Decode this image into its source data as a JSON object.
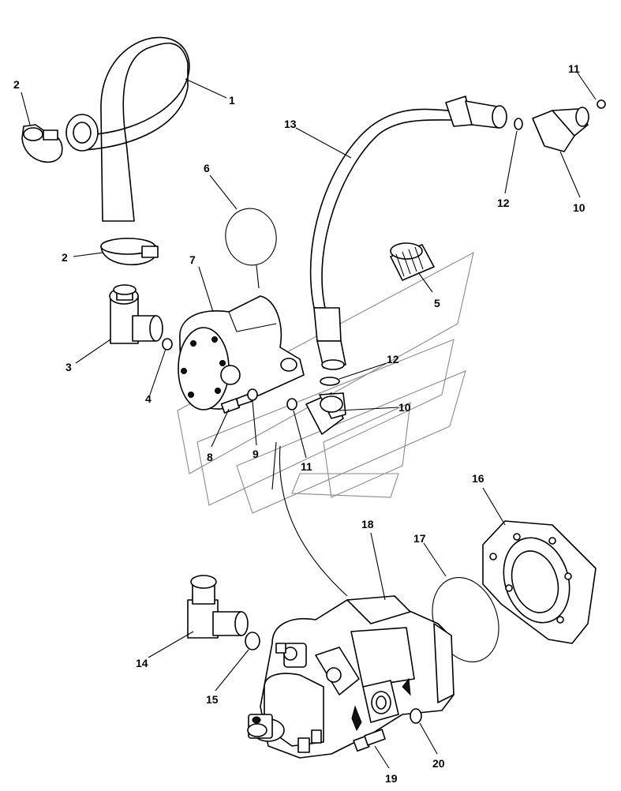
{
  "callouts": [
    "1",
    "2",
    "2",
    "3",
    "4",
    "5",
    "6",
    "7",
    "8",
    "9",
    "10",
    "10",
    "11",
    "11",
    "12",
    "12",
    "13",
    "14",
    "15",
    "16",
    "17",
    "18",
    "19",
    "20"
  ]
}
